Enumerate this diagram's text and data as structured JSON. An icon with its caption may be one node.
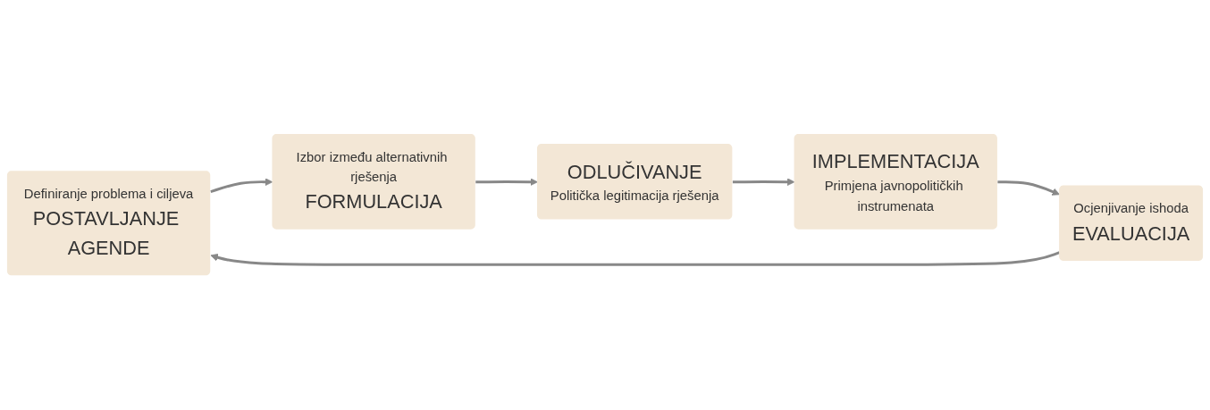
{
  "diagram": {
    "nodes": [
      {
        "text": [
          "Definiranje problema i ciljeva",
          "POSTAVLJANJE AGENDE"
        ]
      },
      {
        "text": [
          "Izbor između alternativnih rješenja",
          "FORMULACIJA"
        ]
      },
      {
        "text": [
          "ODLUČIVANJE",
          "Politička legitimacija rješenja"
        ]
      },
      {
        "text": [
          "IMPLEMENTACIJA",
          "Primjena javnopolitičkih instrumenata"
        ]
      },
      {
        "text": [
          "Ocjenjivanje ishoda",
          "EVALUACIJA"
        ]
      }
    ],
    "edges": [
      {
        "from": 0,
        "to": 1,
        "arrow": "to"
      },
      {
        "from": 1,
        "to": 2,
        "arrow": "to"
      },
      {
        "from": 2,
        "to": 3,
        "arrow": "to"
      },
      {
        "from": 3,
        "to": 4,
        "arrow": "to"
      },
      {
        "from": 4,
        "to": 0,
        "arrow": "to"
      }
    ]
  }
}
